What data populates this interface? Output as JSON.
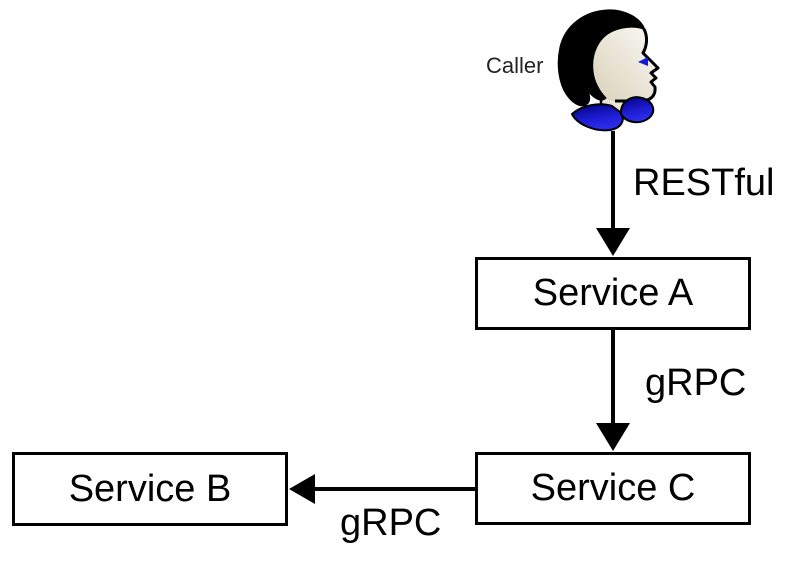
{
  "diagram": {
    "actor": {
      "name": "Caller"
    },
    "nodes": [
      {
        "id": "service-a",
        "label": "Service A"
      },
      {
        "id": "service-b",
        "label": "Service B"
      },
      {
        "id": "service-c",
        "label": "Service C"
      }
    ],
    "edges": [
      {
        "from": "Caller",
        "to": "Service A",
        "label": "RESTful"
      },
      {
        "from": "Service A",
        "to": "Service C",
        "label": "gRPC"
      },
      {
        "from": "Service C",
        "to": "Service B",
        "label": "gRPC"
      }
    ],
    "colors": {
      "background": "#ffffff",
      "stroke": "#000000",
      "text": "#000000",
      "node_fill": "#ffffff",
      "hair": "#000000",
      "face_light": "#fcfbf8",
      "face_dark": "#ded7c2",
      "collar_blue": "#2424e0",
      "collar_navy": "#00007a",
      "eye_blue": "#1717d6"
    }
  }
}
